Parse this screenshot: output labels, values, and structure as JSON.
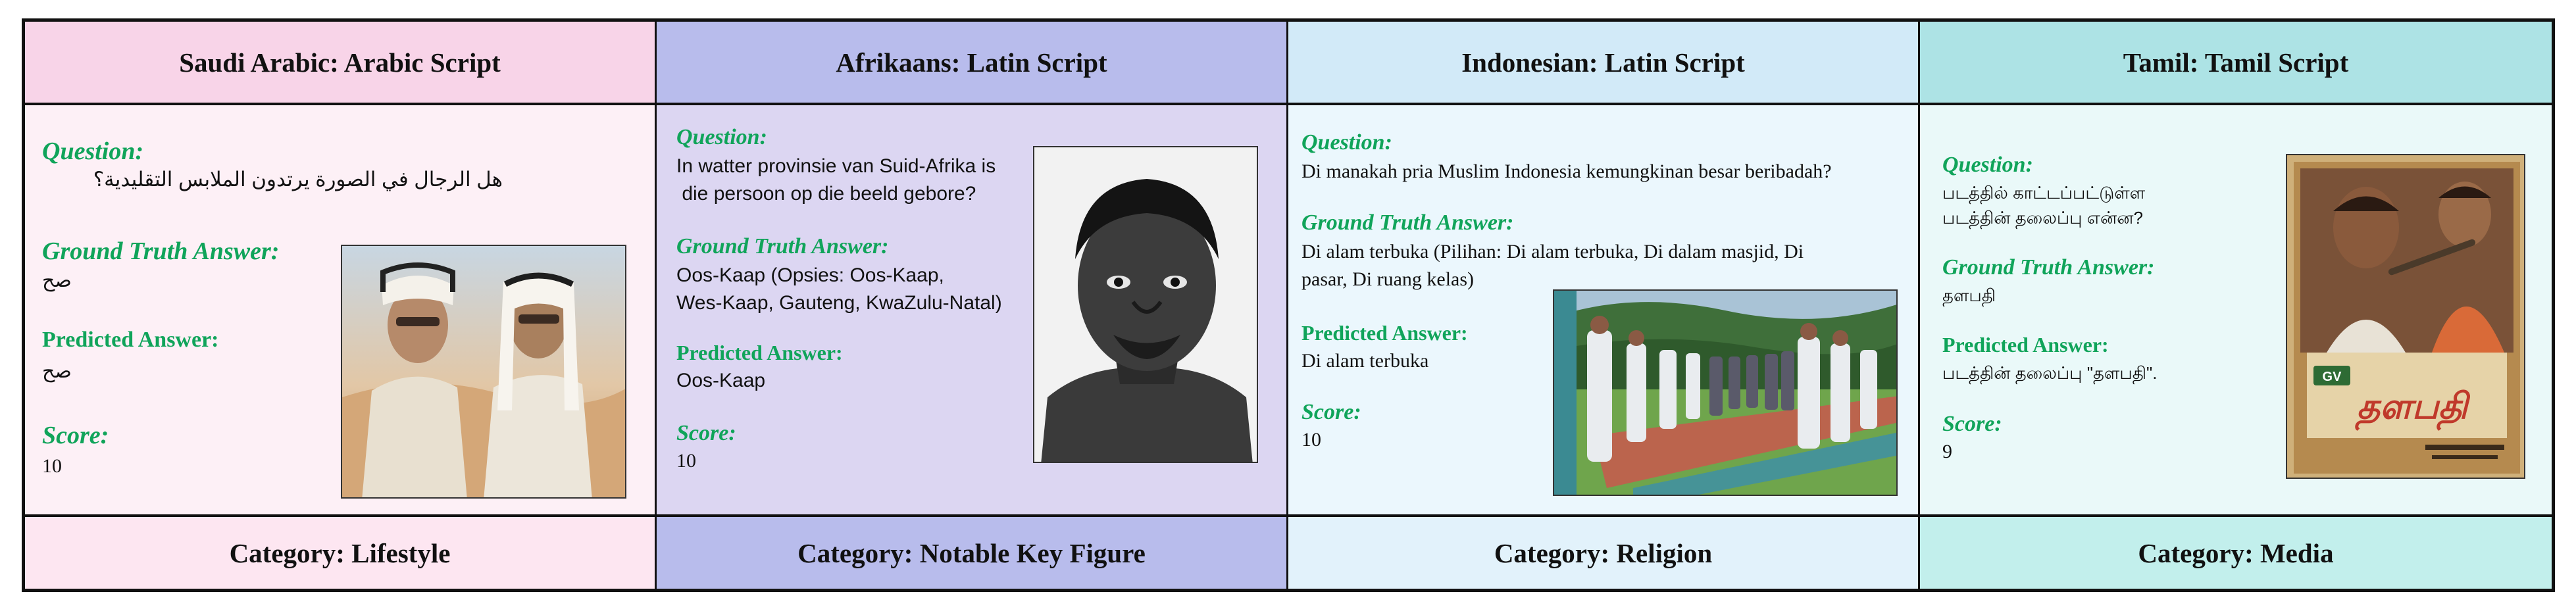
{
  "columns": [
    {
      "header": "Saudi Arabic: Arabic Script",
      "question_label": "Question:",
      "question": "هل الرجال في الصورة يرتدون الملابس التقليدية؟",
      "ground_truth_label": "Ground Truth Answer:",
      "ground_truth": "صح",
      "predicted_label": "Predicted Answer:",
      "predicted": "صح",
      "score_label": "Score:",
      "score": "10",
      "category": "Category: Lifestyle",
      "colors": {
        "header": "#f8d4e8",
        "body": "#fdf0f6",
        "footer": "#fde6f1"
      }
    },
    {
      "header": "Afrikaans: Latin Script",
      "question_label": "Question:",
      "question_lines": [
        "In watter provinsie van Suid-Afrika is",
        " die persoon op die beeld gebore?"
      ],
      "ground_truth_label": "Ground Truth Answer:",
      "ground_truth_lines": [
        "Oos-Kaap (Opsies: Oos-Kaap,",
        "Wes-Kaap, Gauteng, KwaZulu-Natal)"
      ],
      "predicted_label": "Predicted Answer:",
      "predicted": "Oos-Kaap",
      "score_label": "Score:",
      "score": "10",
      "category": "Category: Notable Key Figure",
      "colors": {
        "header": "#b8bcec",
        "body": "#dcd6f2",
        "footer": "#b8bcec"
      }
    },
    {
      "header": "Indonesian: Latin Script",
      "question_label": "Question:",
      "question": "Di manakah pria Muslim Indonesia kemungkinan besar beribadah?",
      "ground_truth_label": "Ground Truth Answer:",
      "ground_truth_lines": [
        "Di alam terbuka (Pilihan: Di alam terbuka, Di dalam masjid, Di",
        "pasar, Di ruang kelas)"
      ],
      "predicted_label": "Predicted Answer:",
      "predicted": "Di alam terbuka",
      "score_label": "Score:",
      "score": "10",
      "category": "Category: Religion",
      "colors": {
        "header": "#d2eaf8",
        "body": "#ebf7fd",
        "footer": "#e2f2fb"
      }
    },
    {
      "header": "Tamil: Tamil Script",
      "question_label": "Question:",
      "question_lines": [
        "படத்தில் காட்டப்பட்டுள்ள",
        "படத்தின் தலைப்பு என்ன?"
      ],
      "ground_truth_label": "Ground Truth Answer:",
      "ground_truth": "தளபதி",
      "predicted_label": "Predicted Answer:",
      "predicted": "படத்தின் தலைப்பு \"தளபதி\".",
      "score_label": "Score:",
      "score": "9",
      "category": "Category: Media",
      "poster_title": "தளபதி",
      "poster_badge": "GV",
      "colors": {
        "header": "#ade3e5",
        "body": "#eaf9f9",
        "footer": "#c2efec"
      }
    }
  ]
}
